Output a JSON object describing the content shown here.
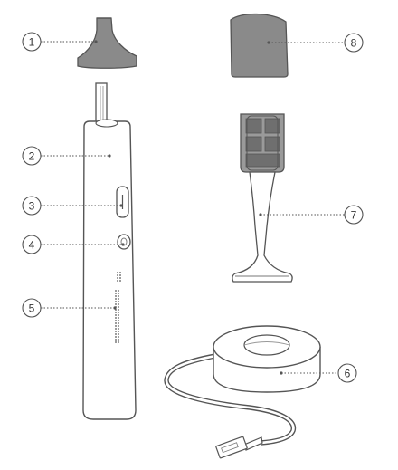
{
  "diagram": {
    "callouts": [
      {
        "number": "1",
        "part": "nozzle-cap"
      },
      {
        "number": "2",
        "part": "handle"
      },
      {
        "number": "3",
        "part": "power-button"
      },
      {
        "number": "4",
        "part": "mode-button"
      },
      {
        "number": "5",
        "part": "indicator-lights"
      },
      {
        "number": "6",
        "part": "charging-base"
      },
      {
        "number": "7",
        "part": "brush-head"
      },
      {
        "number": "8",
        "part": "travel-cap"
      }
    ]
  },
  "colors": {
    "stroke": "#555555",
    "dark_fill": "#8a8a8a",
    "light_fill": "#ffffff"
  }
}
